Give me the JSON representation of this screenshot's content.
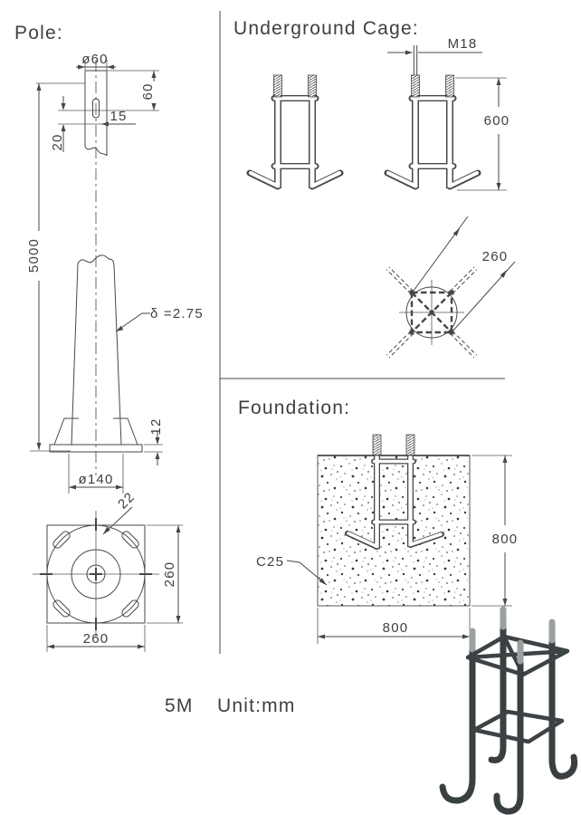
{
  "titles": {
    "pole": "Pole:",
    "cage": "Underground Cage:",
    "foundation": "Foundation:"
  },
  "footer": {
    "scale": "5M",
    "units": "Unit:mm"
  },
  "pole": {
    "top_diameter": "ø60",
    "top_to_hole": "60",
    "hole_offset": "15",
    "hole_pitch": "20",
    "height": "5000",
    "wall_thickness": "δ =2.75",
    "plate_thickness": "12",
    "base_diameter": "ø140",
    "slot_size": "22",
    "plate_width": "260",
    "plate_depth": "260"
  },
  "cage": {
    "bolt_thread": "M18",
    "height": "600",
    "bolt_diagonal_spacing": "260"
  },
  "foundation": {
    "concrete_grade": "C25",
    "depth": "800",
    "width": "800"
  },
  "colors": {
    "line": "#474747",
    "text": "#3f3f3f",
    "steel_dark": "#3a3f42",
    "steel_light": "#9ba1a3",
    "background": "#ffffff"
  }
}
